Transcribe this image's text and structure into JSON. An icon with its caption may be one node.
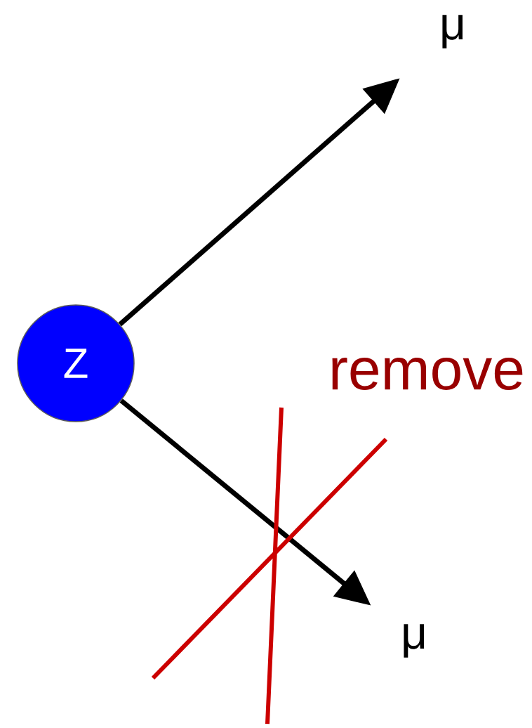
{
  "diagram": {
    "nodes": [
      {
        "text": [
          "Z"
        ]
      },
      {
        "text": [
          "μ"
        ]
      },
      {
        "text": [
          "μ"
        ]
      }
    ],
    "edges": [
      {
        "from": 0,
        "to": 1,
        "arrow": "to"
      },
      {
        "from": 0,
        "to": 2,
        "arrow": "to"
      }
    ],
    "labels": [
      "remove"
    ]
  }
}
